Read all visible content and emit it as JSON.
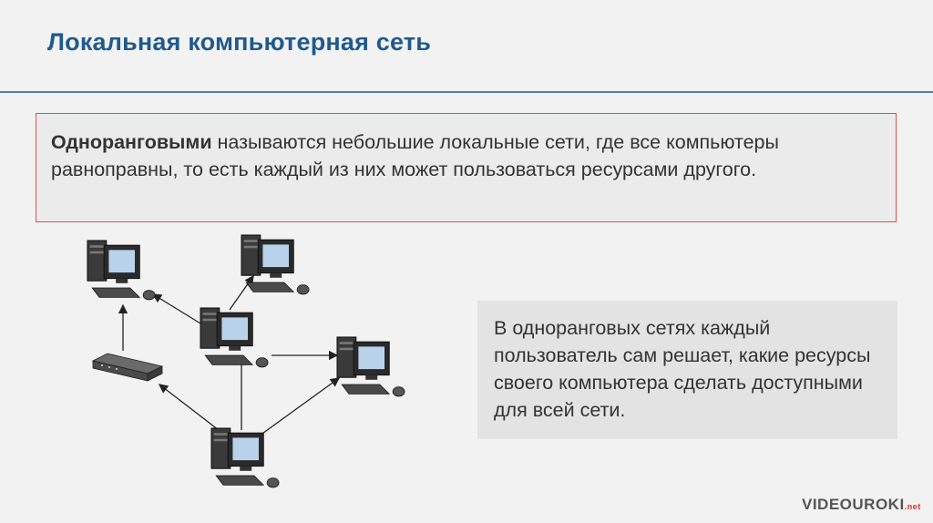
{
  "slide": {
    "title": "Локальная компьютерная сеть"
  },
  "definition": {
    "term": "Одноранговыми",
    "text": " называются небольшие локальные сети, где все компьютеры равноправны, то есть каждый из них может пользоваться ресурсами другого."
  },
  "info": {
    "text": "В одноранговых сетях каждый пользователь сам решает, какие ресурсы своего компьютера сделать доступными для всей сети."
  },
  "diagram": {
    "nodes": [
      {
        "id": "pc-top-left",
        "kind": "computer-icon"
      },
      {
        "id": "pc-top-right",
        "kind": "computer-icon"
      },
      {
        "id": "pc-center",
        "kind": "computer-icon"
      },
      {
        "id": "pc-right",
        "kind": "computer-icon"
      },
      {
        "id": "pc-bottom",
        "kind": "computer-icon"
      },
      {
        "id": "hub",
        "kind": "network-switch-icon"
      }
    ]
  },
  "brand": {
    "logo_text": "VIDEOUROKI",
    "logo_suffix": ".net"
  },
  "colors": {
    "title": "#1f5a8e",
    "header_line": "#4f7fb8",
    "definition_border": "#d9534f",
    "text": "#333333",
    "logo_accent": "#e0302a"
  }
}
